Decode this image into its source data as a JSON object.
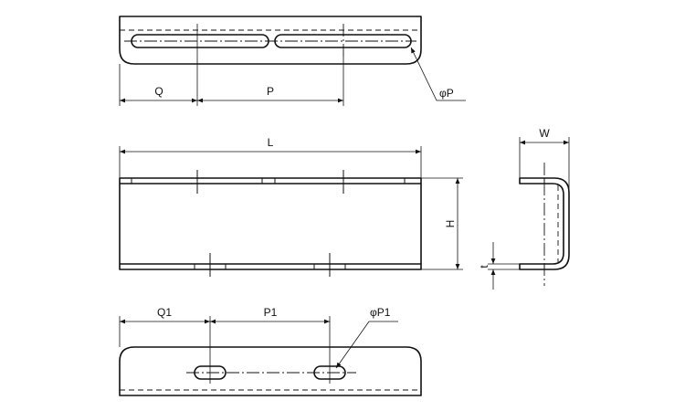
{
  "labels": {
    "q": "Q",
    "p": "P",
    "phi_p": "φP",
    "l": "L",
    "w": "W",
    "h": "H",
    "t": "t",
    "q1": "Q1",
    "p1": "P1",
    "phi_p1": "φP1"
  }
}
